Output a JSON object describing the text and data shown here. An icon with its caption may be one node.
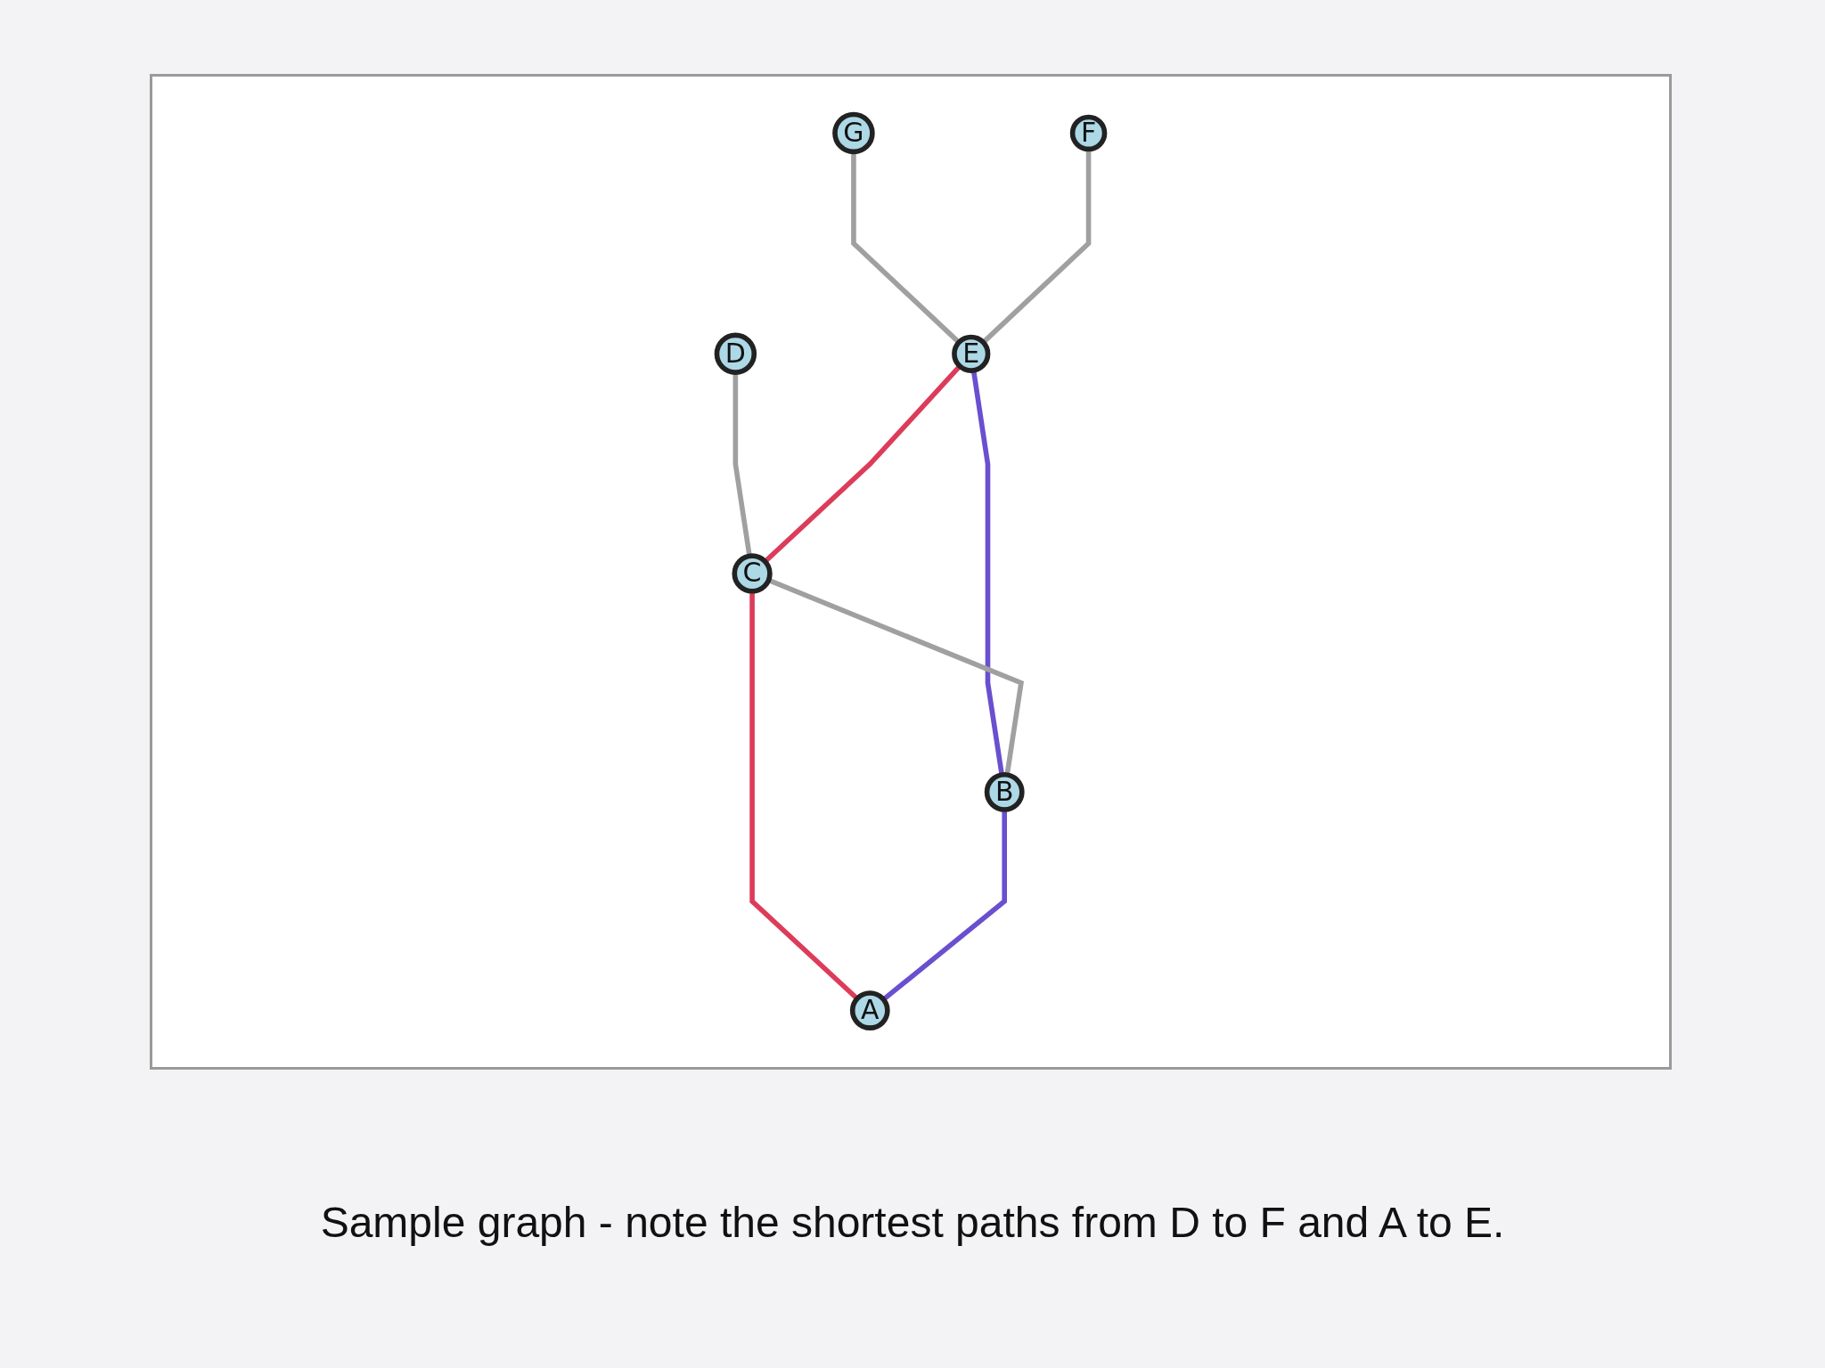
{
  "diagram": {
    "caption": "Sample graph - note the shortest paths from D to F and A to E.",
    "nodes": [
      {
        "text": [
          "G"
        ]
      },
      {
        "text": [
          "D"
        ]
      },
      {
        "text": [
          "E"
        ]
      },
      {
        "text": [
          "F"
        ]
      },
      {
        "text": [
          "C"
        ]
      },
      {
        "text": [
          "B"
        ]
      },
      {
        "text": [
          "A"
        ]
      }
    ],
    "edges": [
      {
        "from": 0,
        "to": 2,
        "arrow": "none"
      },
      {
        "from": 1,
        "to": 4,
        "arrow": "none"
      },
      {
        "from": 3,
        "to": 2,
        "arrow": "none"
      },
      {
        "from": 2,
        "to": 4,
        "arrow": "none",
        "color": "#dc3c5a"
      },
      {
        "from": 2,
        "to": 5,
        "arrow": "none",
        "color": "#6a4fcf"
      },
      {
        "from": 4,
        "to": 5,
        "arrow": "none"
      },
      {
        "from": 4,
        "to": 6,
        "arrow": "none",
        "color": "#dc3c5a"
      },
      {
        "from": 5,
        "to": 6,
        "arrow": "none",
        "color": "#6a4fcf"
      }
    ]
  }
}
